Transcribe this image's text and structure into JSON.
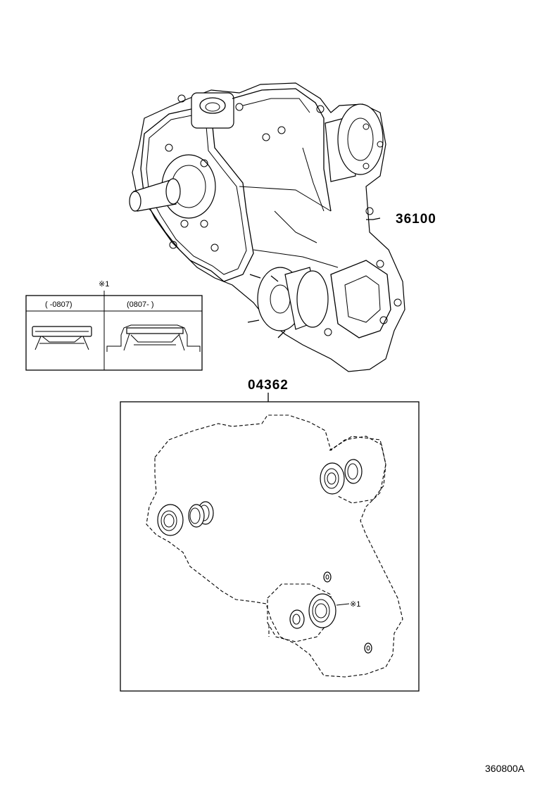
{
  "labels": {
    "assembly_part": "36100",
    "kit_part": "04362",
    "note_mark_top": "※1",
    "note_mark_kit": "※1",
    "inset_left_header": "(   -0807)",
    "inset_right_header": "(0807-   )",
    "diagram_id": "360800A"
  }
}
